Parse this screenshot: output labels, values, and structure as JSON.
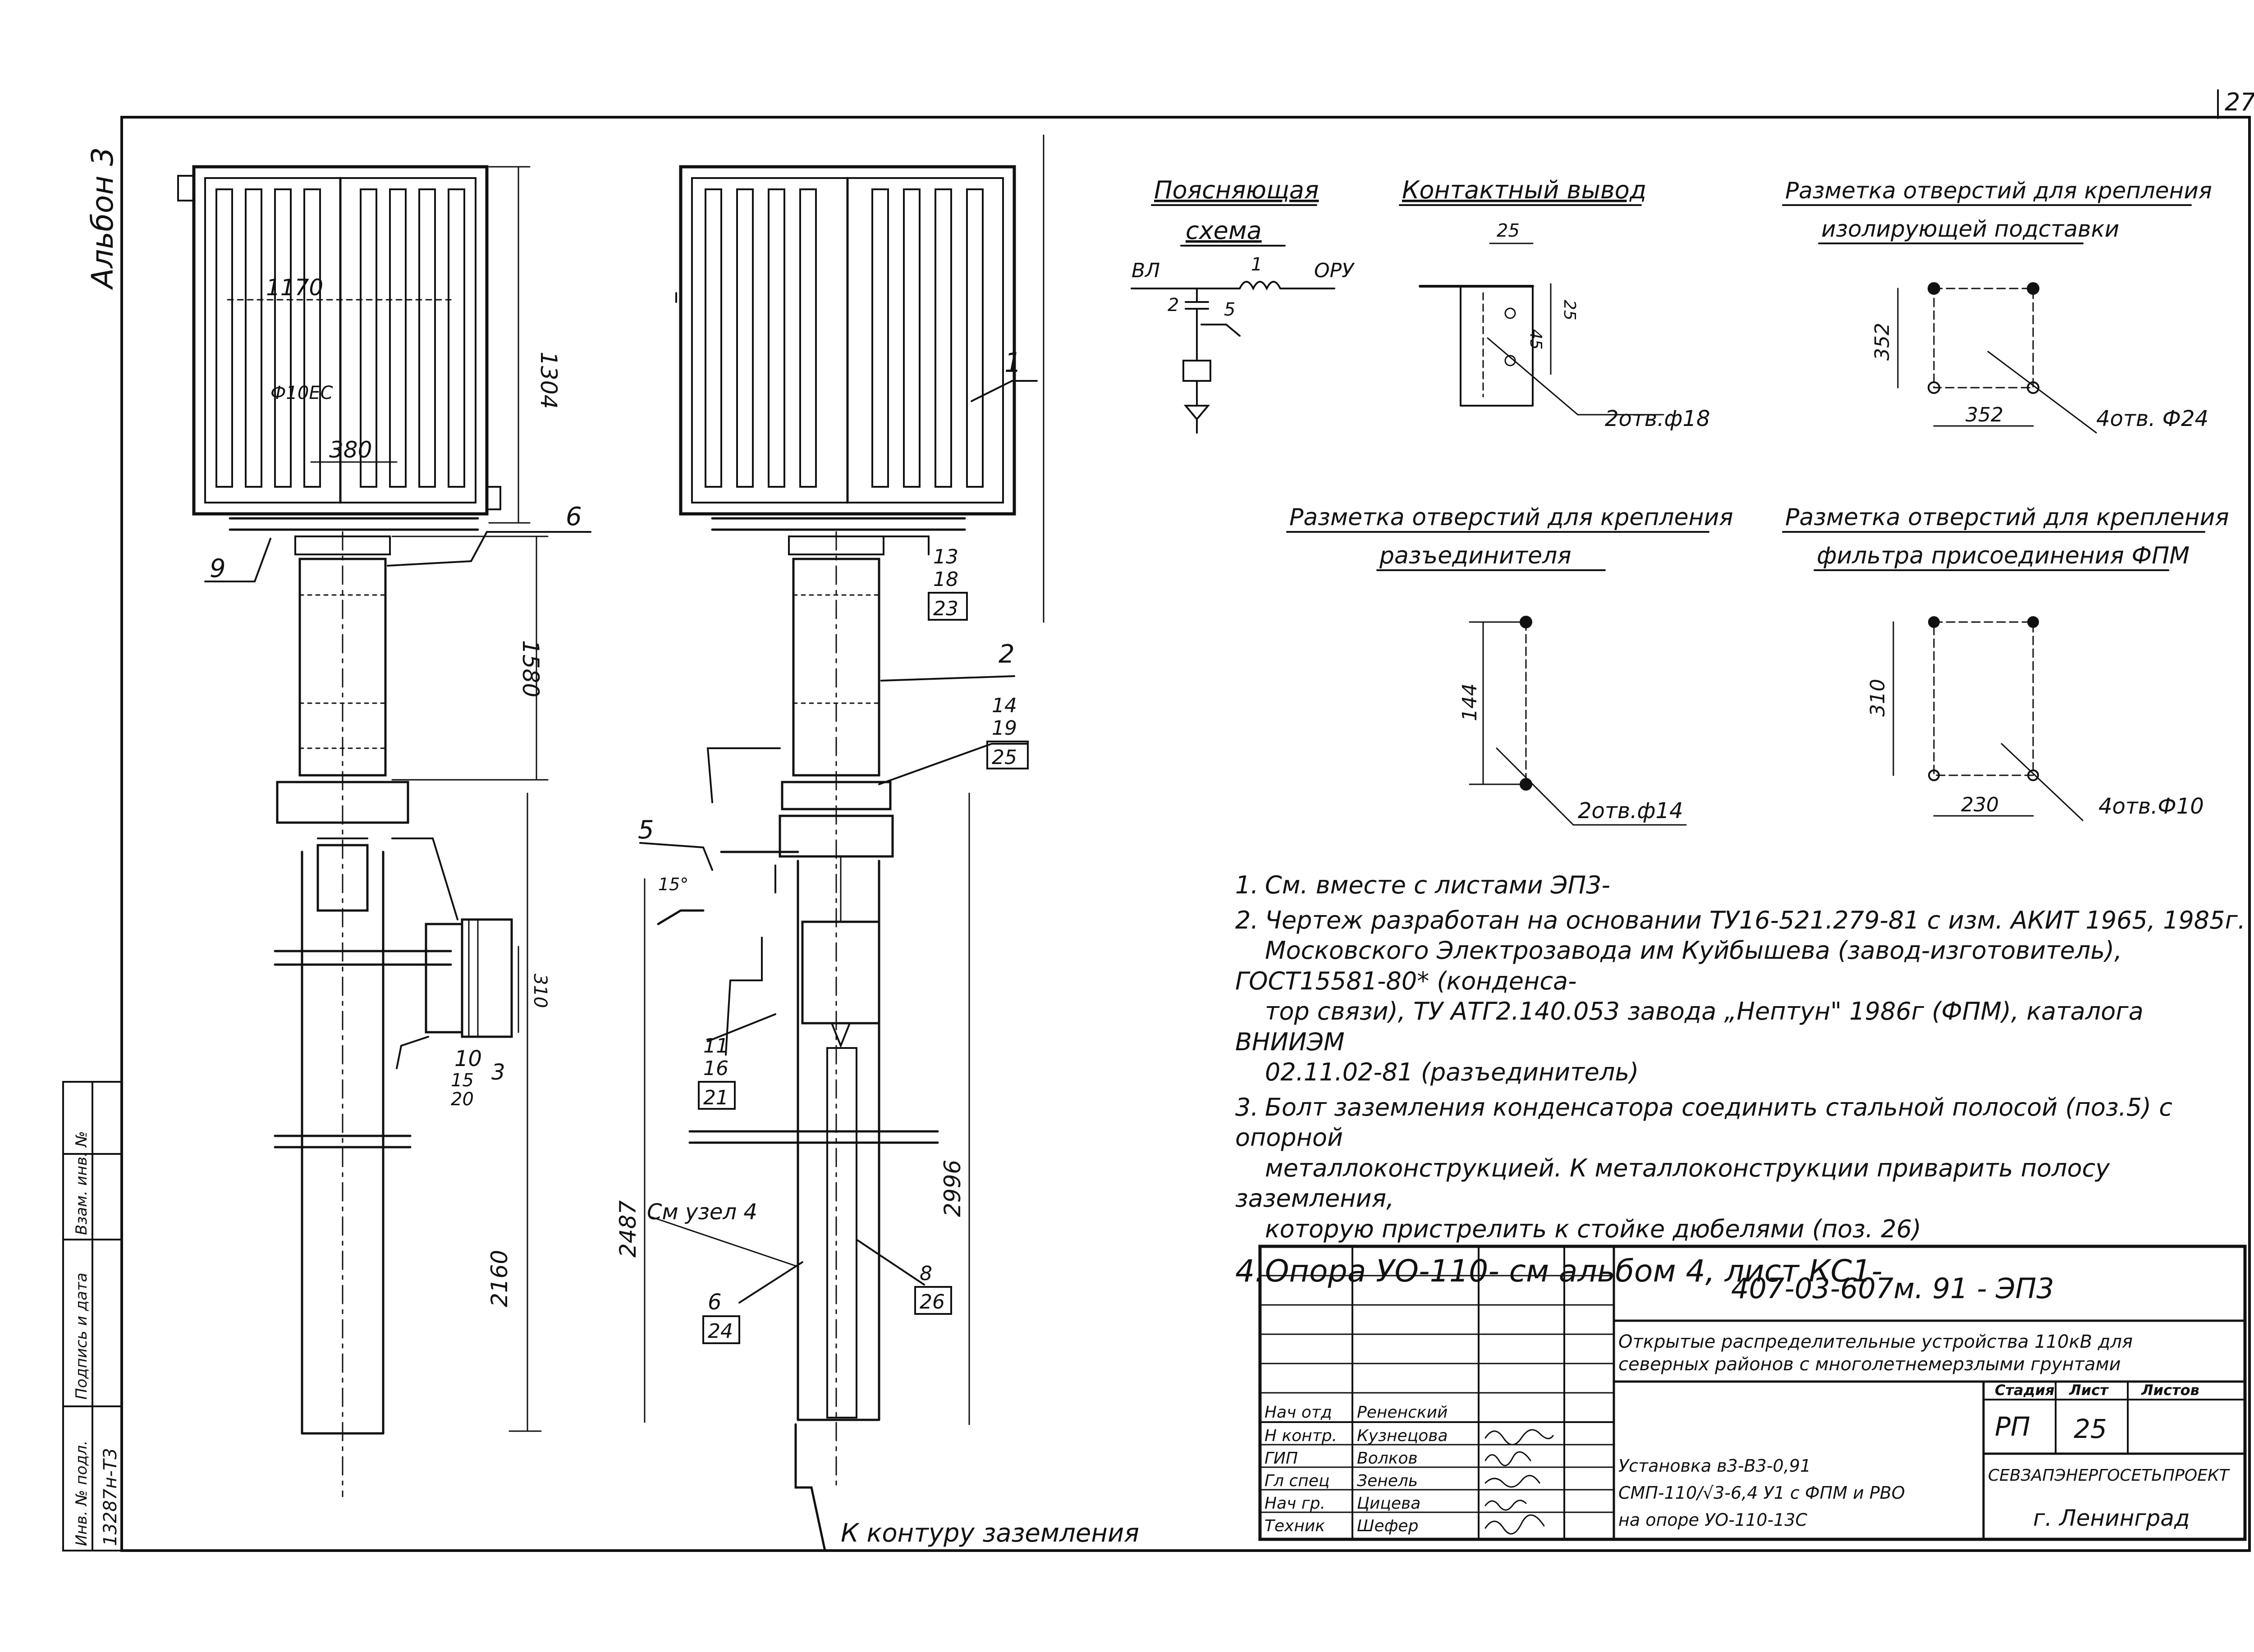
{
  "page_number": "27",
  "album_label": "Альбон 3",
  "left_strip": {
    "inv_no_label": "Инв. № подл.",
    "inv_no_value": "13287н-Т3",
    "sign_date_label": "Подпись и дата",
    "sign_date_value": "",
    "replace_label": "Взам. инв. №"
  },
  "schema": {
    "title_line1": "Поясняющая",
    "title_line2": "схема",
    "label_vl": "ВЛ",
    "label_oru": "ОРУ",
    "label_1": "1",
    "label_2": "2",
    "label_5": "5"
  },
  "contact": {
    "title": "Контактный вывод",
    "dim_25_top": "25",
    "dim_25_side": "25",
    "dim_45": "45",
    "holes": "2отв.ф18"
  },
  "stand_holes": {
    "title_line1": "Разметка отверстий для крепления",
    "title_line2": "изолирующей подставки",
    "dim_v": "352",
    "dim_h": "352",
    "holes": "4отв. Ф24"
  },
  "disconnector_holes": {
    "title_line1": "Разметка отверстий для крепления",
    "title_line2": "разъединителя",
    "dim_v": "144",
    "holes": "2отв.ф14"
  },
  "filter_holes": {
    "title_line1": "Разметка отверстий для крепления",
    "title_line2": "фильтра присоединения ФПМ",
    "dim_v": "310",
    "dim_h": "230",
    "holes": "4отв.Ф10"
  },
  "view1": {
    "dim_1170": "1170",
    "dim_1304": "1304",
    "dim_1580": "1580",
    "dim_380": "380",
    "dim_2160": "2160",
    "dim_310": "310",
    "label_phi": "Ф10ЕС",
    "pos_9": "9",
    "pos_6": "6",
    "pos_10": "10",
    "pos_3": "3",
    "pos_15": "15",
    "pos_20": "20"
  },
  "view2": {
    "pos_1": "1",
    "pos_2": "2",
    "pos_5": "5",
    "pos_13": "13",
    "pos_18": "18",
    "pos_23": "23",
    "pos_14": "14",
    "pos_19": "19",
    "pos_25": "25",
    "pos_11": "11",
    "pos_16": "16",
    "pos_21": "21",
    "pos_6": "6",
    "pos_24": "24",
    "pos_8": "8",
    "pos_26": "26",
    "angle": "15°",
    "dim_2487": "2487",
    "dim_2996": "2996",
    "see_ref": "См узел 4",
    "ground": "К контуру заземления"
  },
  "notes": [
    {
      "num": "1.",
      "lines": [
        "См. вместе с листами ЭП3-"
      ]
    },
    {
      "num": "2.",
      "lines": [
        "Чертеж разработан на основании ТУ16-521.279-81 с изм. АКИТ 1965, 1985г.",
        "Московского Электрозавода им Куйбышева (завод-изготовитель), ГОСТ15581-80* (конденса-",
        "тор связи), ТУ АТГ2.140.053 завода „Нептун\" 1986г (ФПМ), каталога ВНИИЭМ",
        "02.11.02-81 (разъединитель)"
      ]
    },
    {
      "num": "3.",
      "lines": [
        "Болт заземления конденсатора соединить стальной полосой (поз.5) с опорной",
        "металлоконструкцией. К металлоконструкции приварить полосу заземления,",
        "которую пристрелить к стойке дюбелями (поз. 26)"
      ]
    },
    {
      "num": "4.",
      "lines": [
        "Опора УО-110-      см альбом 4, лист КС1-"
      ]
    }
  ],
  "title_block": {
    "code": "407-03-607м. 91 - ЭП3",
    "project_line1": "Открытые распределительные устройства 110кВ для",
    "project_line2": "северных районов с многолетнемерзлыми грунтами",
    "roles": [
      "Нач отд",
      "Н контр.",
      "ГИП",
      "Гл спец",
      "Нач гр.",
      "Техник"
    ],
    "names": [
      "Рененский",
      "Кузнецова",
      "Волков",
      "Зенель",
      "Цицева",
      "Шефер"
    ],
    "stage_label": "Стадия",
    "sheet_label": "Лист",
    "sheets_label": "Листов",
    "stage_value": "РП",
    "sheet_value": "25",
    "sheets_value": "",
    "sheet_title_line1": "Установка в3-В3-0,91",
    "sheet_title_line2": "СМП-110/√3-6,4 У1 с ФПМ и РВО",
    "sheet_title_line3": "на опоре УО-110-13С",
    "org_line1": "СЕВЗАПЭНЕРГОСЕТЬПРОЕКТ",
    "org_line2": "г. Ленинград"
  }
}
